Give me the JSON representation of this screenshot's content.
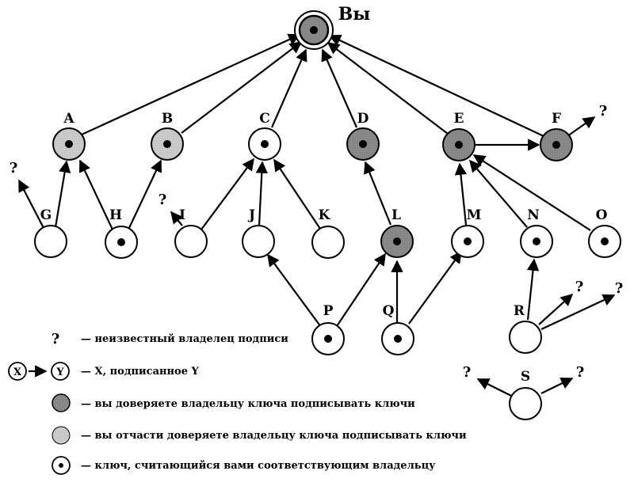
{
  "you_label": "Вы",
  "unknown_mark": "?",
  "nodes": [
    {
      "id": "A",
      "label": "A"
    },
    {
      "id": "B",
      "label": "B"
    },
    {
      "id": "C",
      "label": "C"
    },
    {
      "id": "D",
      "label": "D"
    },
    {
      "id": "E",
      "label": "E"
    },
    {
      "id": "F",
      "label": "F"
    },
    {
      "id": "G",
      "label": "G"
    },
    {
      "id": "H",
      "label": "H"
    },
    {
      "id": "I",
      "label": "I"
    },
    {
      "id": "J",
      "label": "J"
    },
    {
      "id": "K",
      "label": "K"
    },
    {
      "id": "L",
      "label": "L"
    },
    {
      "id": "M",
      "label": "M"
    },
    {
      "id": "N",
      "label": "N"
    },
    {
      "id": "O",
      "label": "O"
    },
    {
      "id": "P",
      "label": "P"
    },
    {
      "id": "Q",
      "label": "Q"
    },
    {
      "id": "R",
      "label": "R"
    },
    {
      "id": "S",
      "label": "S"
    }
  ],
  "legend": {
    "unknown": "— неизвестный владелец подписи",
    "x_symbol": "X",
    "y_symbol": "Y",
    "signed": "— X, подписанное Y",
    "full_trust": "— вы доверяете владельцу ключа подписывать ключи",
    "partial_trust": "— вы отчасти доверяете владельцу ключа подписывать ключи",
    "valid_key": "— ключ, считающийся вами соответствующим владельцу"
  },
  "colors": {
    "full_trust_fill": "#8c8c8c",
    "partial_trust_fill": "#cfcfcf",
    "line": "#000000"
  }
}
